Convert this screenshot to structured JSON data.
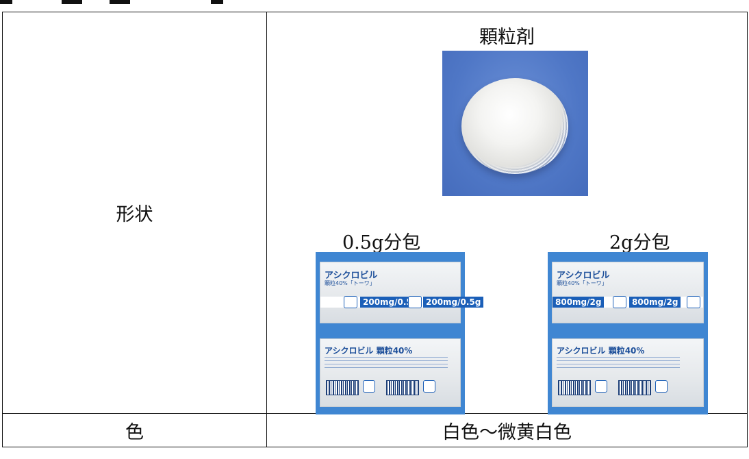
{
  "table": {
    "shape_label": "形状",
    "granule_heading": "顆粒剤",
    "granule_photo_desc": "granule-pile",
    "packages": [
      {
        "heading": "0.5g分包",
        "brand": "アシクロビル",
        "sub": "顆粒40%「トーワ」",
        "dose": "200mg/0.5g",
        "back_brand": "アシクロビル 顆粒40%"
      },
      {
        "heading": "2g分包",
        "brand": "アシクロビル",
        "sub": "顆粒40%「トーワ」",
        "dose": "800mg/2g",
        "back_brand": "アシクロビル 顆粒40%"
      }
    ],
    "color_label": "色",
    "color_value": "白色～微黄白色"
  },
  "colors": {
    "photo_background": "#4f77c6",
    "package_background": "#3f86d2",
    "brand_blue": "#1d4f9a"
  }
}
